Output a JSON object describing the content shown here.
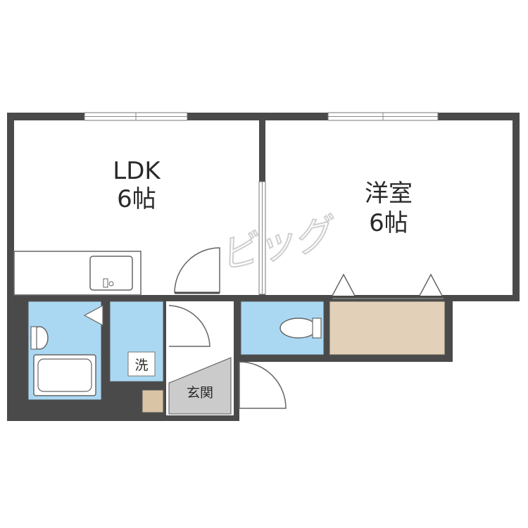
{
  "rooms": {
    "ldk": {
      "name": "LDK",
      "size": "6帖"
    },
    "western": {
      "name": "洋室",
      "size": "6帖"
    },
    "washroom": {
      "label": "洗"
    },
    "entrance": {
      "label": "玄関"
    }
  },
  "watermark": "ビッグ",
  "colors": {
    "wall": "#4a4a4a",
    "wet_area": "#aad8f2",
    "closet": "#e2d0b8",
    "entrance_floor": "#cbcbcb",
    "shoe_box": "#d9c4a6"
  }
}
